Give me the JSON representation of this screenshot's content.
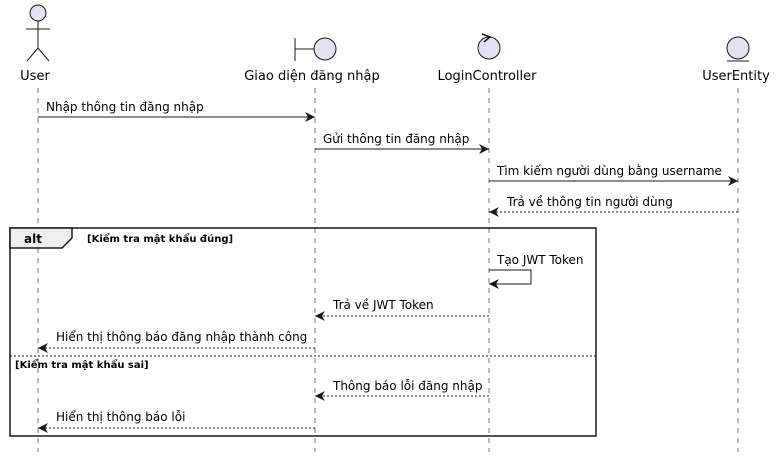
{
  "participants": [
    {
      "id": "user",
      "type": "actor",
      "label": "User"
    },
    {
      "id": "ui",
      "type": "boundary",
      "label": "Giao diện đăng nhập"
    },
    {
      "id": "controller",
      "type": "control",
      "label": "LoginController"
    },
    {
      "id": "entity",
      "type": "entity",
      "label": "UserEntity"
    }
  ],
  "messages": [
    {
      "from": "user",
      "to": "ui",
      "text": "Nhập thông tin đăng nhập",
      "kind": "sync"
    },
    {
      "from": "ui",
      "to": "controller",
      "text": "Gửi thông tin đăng nhập",
      "kind": "sync"
    },
    {
      "from": "controller",
      "to": "entity",
      "text": "Tìm kiếm người dùng bằng username",
      "kind": "sync"
    },
    {
      "from": "entity",
      "to": "controller",
      "text": "Trả về thông tin người dùng",
      "kind": "reply"
    },
    {
      "from": "controller",
      "to": "controller",
      "text": "Tạo JWT Token",
      "kind": "self"
    },
    {
      "from": "controller",
      "to": "ui",
      "text": "Trả về JWT Token",
      "kind": "reply"
    },
    {
      "from": "ui",
      "to": "user",
      "text": "Hiển thị thông báo đăng nhập thành công",
      "kind": "reply"
    },
    {
      "from": "controller",
      "to": "ui",
      "text": "Thông báo lỗi đăng nhập",
      "kind": "reply"
    },
    {
      "from": "ui",
      "to": "user",
      "text": "Hiển thị thông báo lỗi",
      "kind": "reply"
    }
  ],
  "alt_fragment": {
    "keyword": "alt",
    "conditions": [
      "[Kiểm tra mật khẩu đúng]",
      "[Kiểm tra mật khẩu sai]"
    ]
  },
  "colors": {
    "participant_fill": "#E2E2F0",
    "line": "#181818",
    "lifeline": "#181818"
  }
}
